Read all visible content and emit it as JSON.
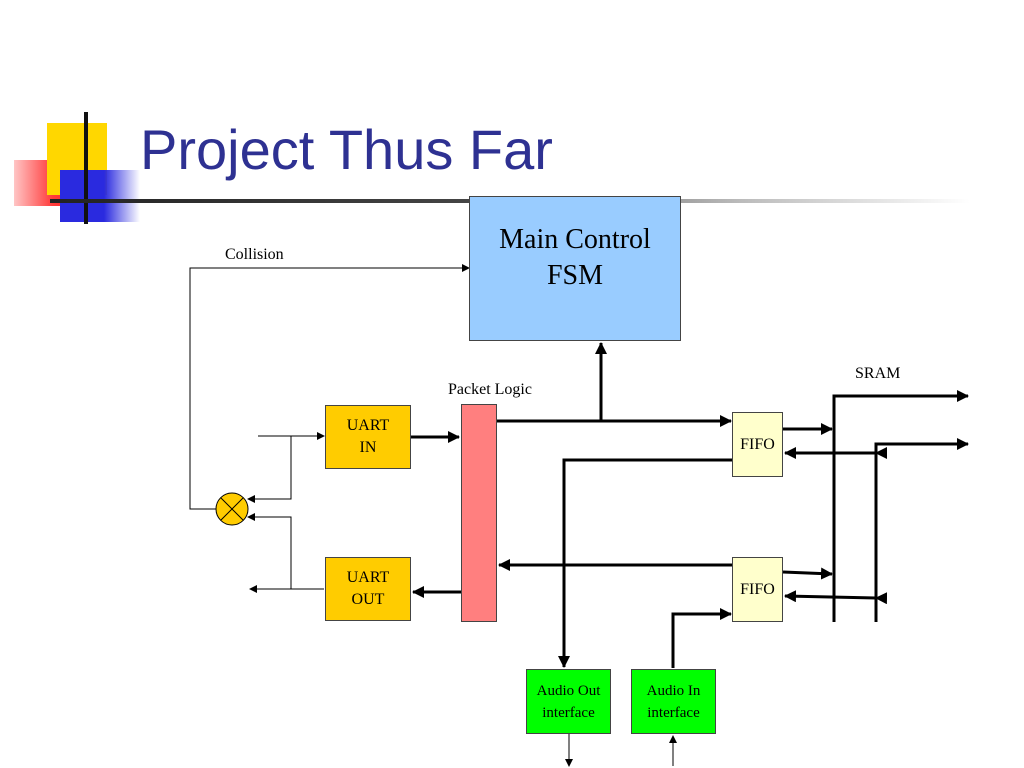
{
  "slide": {
    "title": "Project Thus Far"
  },
  "colors": {
    "title": "#2e3192",
    "fsm_fill": "#99ccff",
    "uart_fill": "#ffcc00",
    "packet_fill": "#ff7f7f",
    "fifo_fill": "#ffffcc",
    "audio_fill": "#00ff00",
    "mixer_fill": "#ffcc00"
  },
  "diagram": {
    "main_fsm": "Main Control\nFSM",
    "packet_logic_label": "Packet Logic",
    "uart_in": "UART\nIN",
    "uart_out": "UART\nOUT",
    "fifo_top": "FIFO",
    "fifo_bottom": "FIFO",
    "audio_out": "Audio Out\ninterface",
    "audio_in": "Audio In\ninterface",
    "sram_label": "SRAM",
    "collision_label": "Collision",
    "mixer_icon": "circle-x-icon"
  }
}
